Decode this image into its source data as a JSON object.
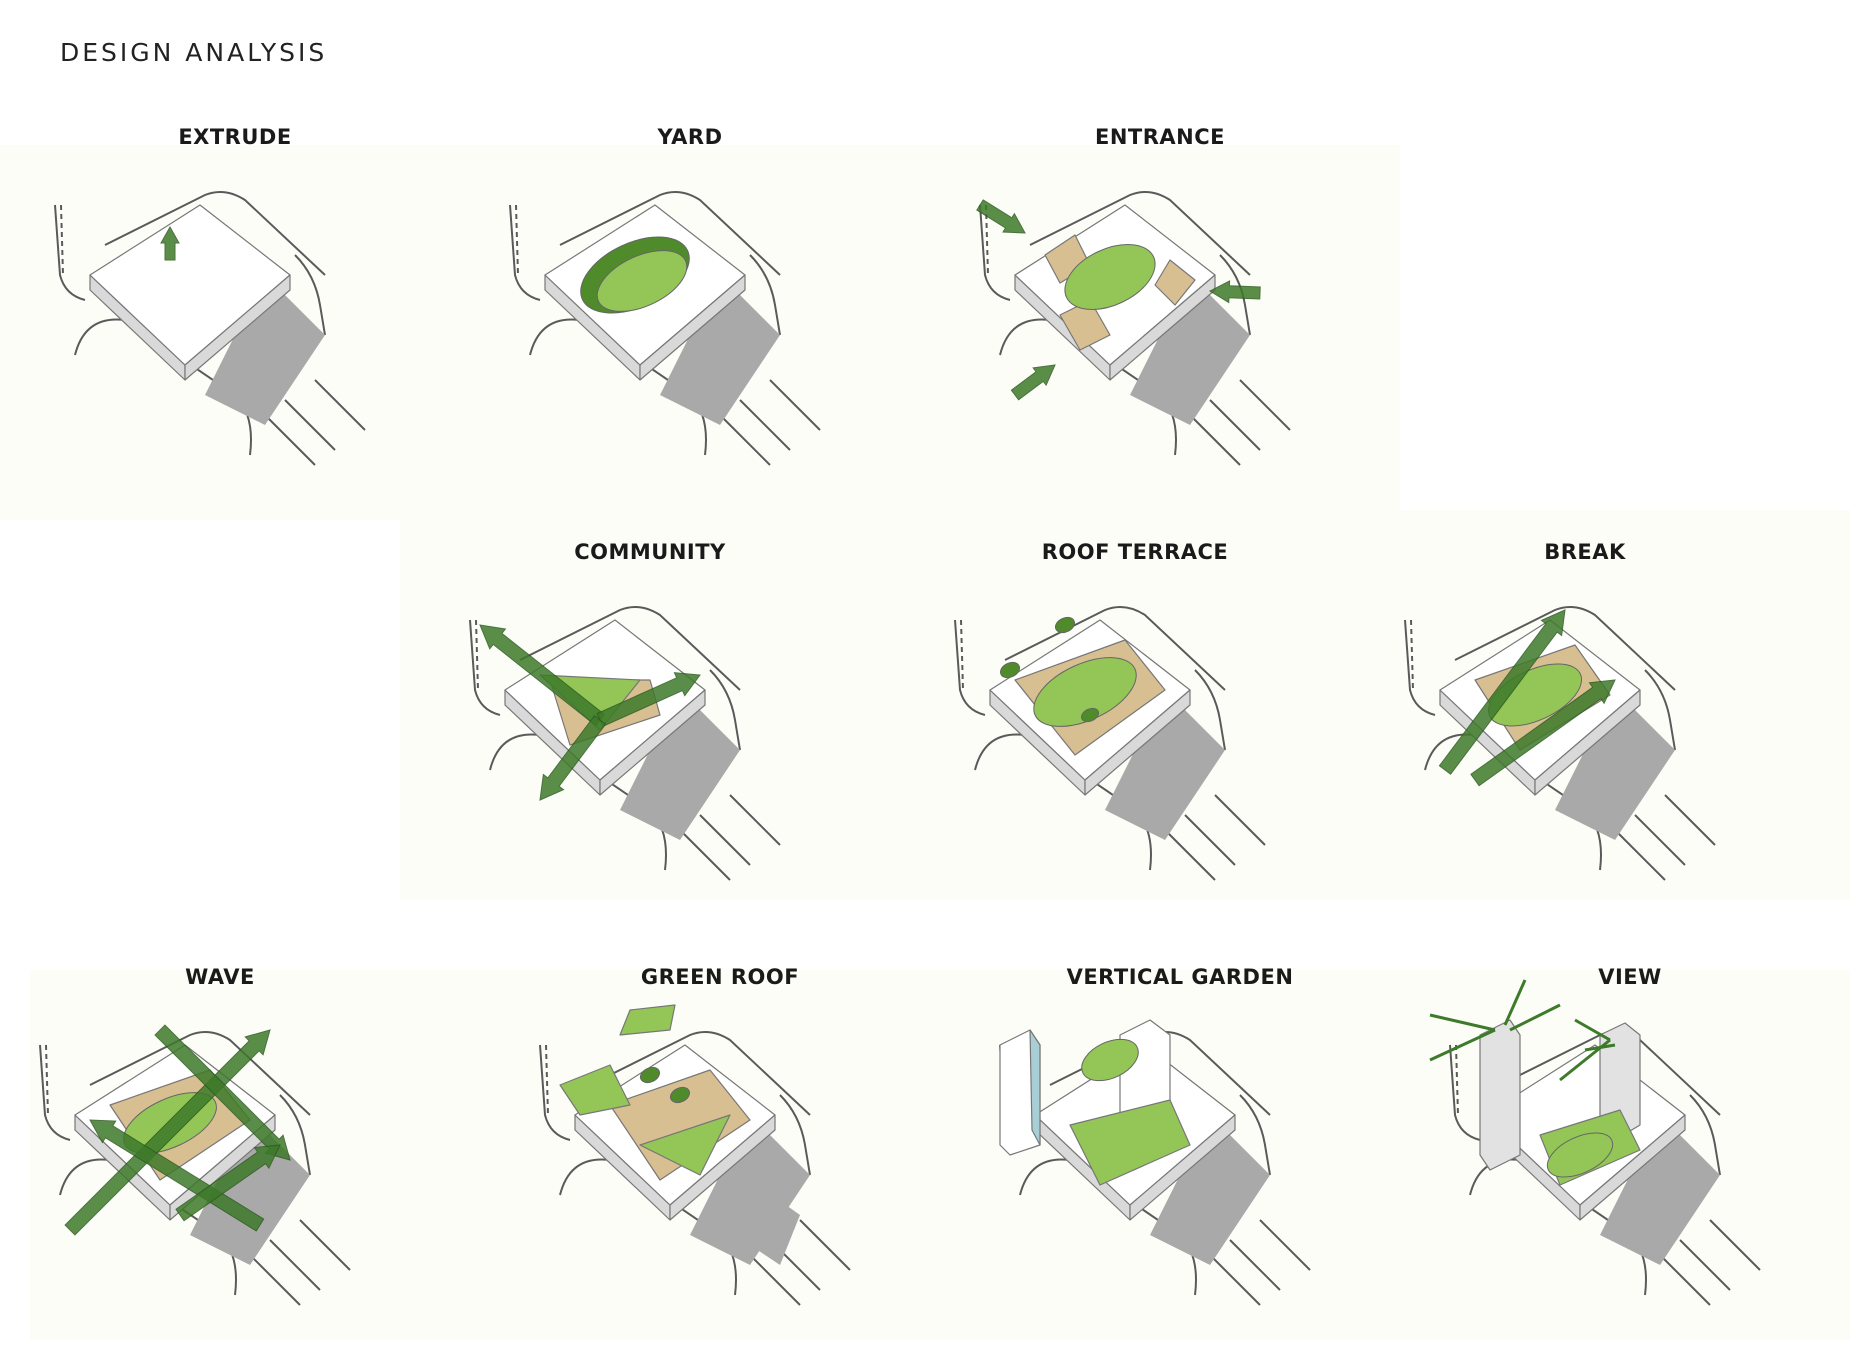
{
  "page": {
    "title": "DESIGN ANALYSIS"
  },
  "panels": [
    {
      "id": "extrude",
      "title": "EXTRUDE"
    },
    {
      "id": "yard",
      "title": "YARD"
    },
    {
      "id": "entrance",
      "title": "ENTRANCE"
    },
    {
      "id": "community",
      "title": "COMMUNITY"
    },
    {
      "id": "roof-terrace",
      "title": "ROOF TERRACE"
    },
    {
      "id": "break",
      "title": "BREAK"
    },
    {
      "id": "wave",
      "title": "WAVE"
    },
    {
      "id": "green-roof",
      "title": "GREEN ROOF"
    },
    {
      "id": "vertical-garden",
      "title": "VERTICAL GARDEN"
    },
    {
      "id": "view",
      "title": "VIEW"
    }
  ],
  "colors": {
    "massing_top": "#ffffff",
    "massing_side": "#d9d9d9",
    "shadow": "#a9a9a9",
    "road_line": "#5a5a5a",
    "green_light": "#93c557",
    "green_dark": "#4f8a2b",
    "arrow_green": "#3d7a2a",
    "plaza_tan": "#d8bf92",
    "glass_blue": "#a9cfd6"
  }
}
